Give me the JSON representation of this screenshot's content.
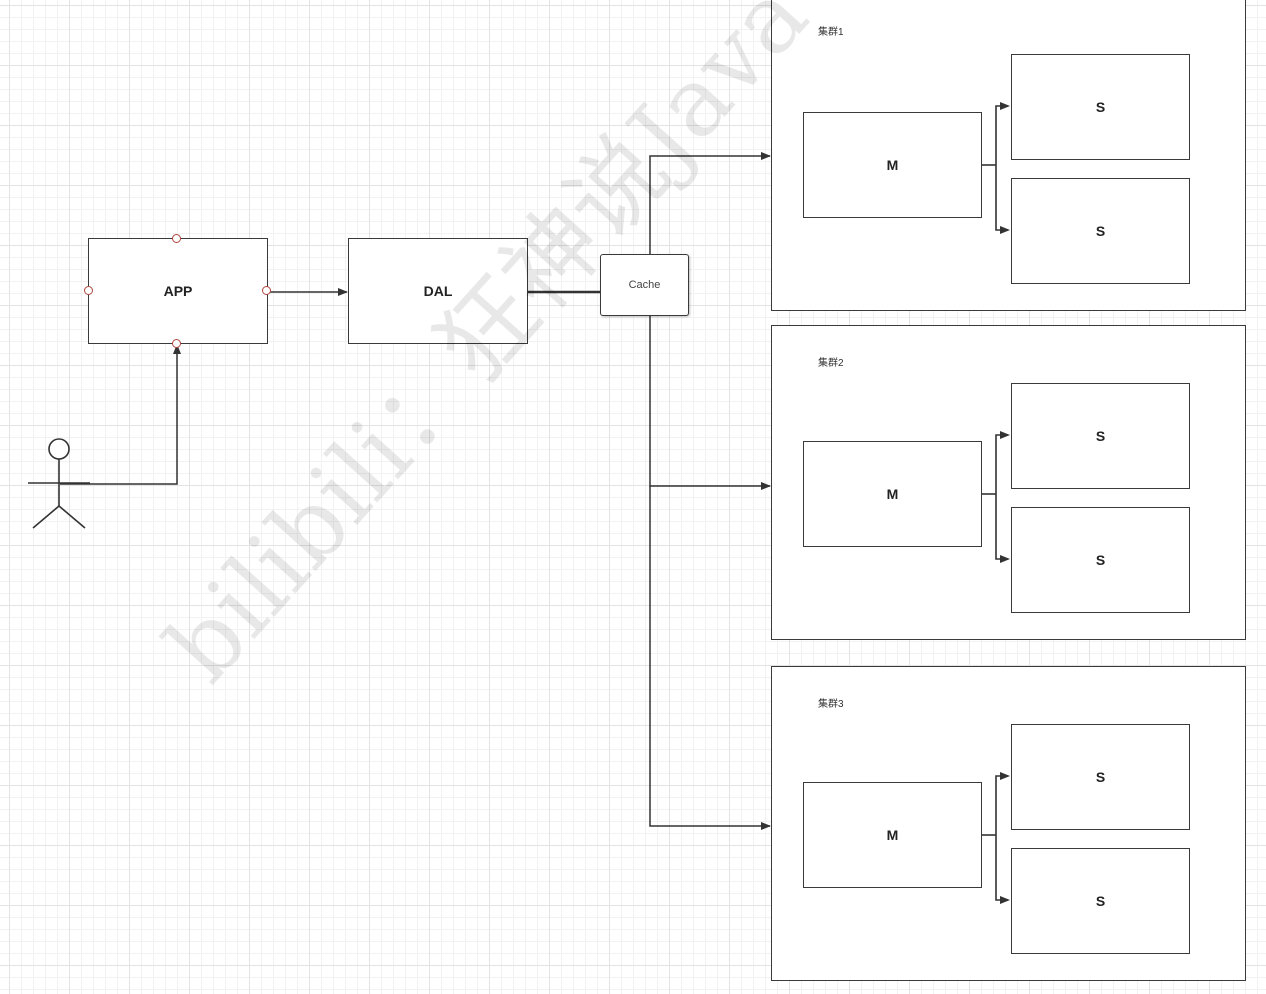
{
  "nodes": {
    "app": "APP",
    "dal": "DAL",
    "cache": "Cache"
  },
  "clusters": [
    {
      "label": "集群1",
      "master": "M",
      "slaves": [
        "S",
        "S"
      ]
    },
    {
      "label": "集群2",
      "master": "M",
      "slaves": [
        "S",
        "S"
      ]
    },
    {
      "label": "集群3",
      "master": "M",
      "slaves": [
        "S",
        "S"
      ]
    }
  ],
  "watermark": "bilibili：狂神说Java",
  "colors": {
    "stroke": "#3a3a3a",
    "port": "#b0463c",
    "grid": "#e3e3e3"
  }
}
